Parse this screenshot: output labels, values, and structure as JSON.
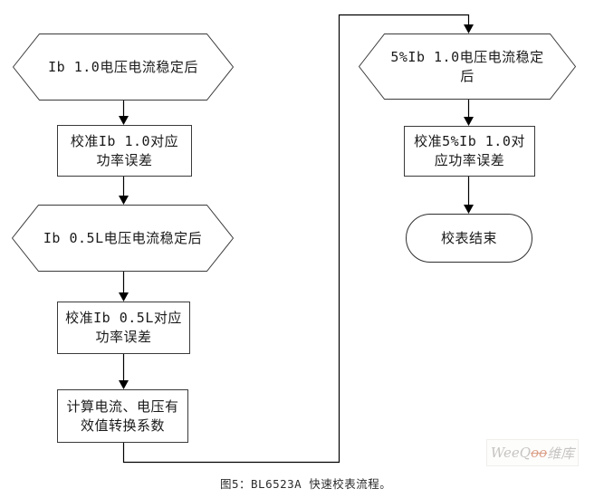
{
  "figure": {
    "caption": "图5：BL6523A 快速校表流程。"
  },
  "flowchart": {
    "nodes": {
      "start_ib10": {
        "type": "hexagon",
        "text": "Ib 1.0电压电流稳定后"
      },
      "calib_ib10": {
        "type": "process",
        "line1": "校准Ib 1.0对应",
        "line2": "功率误差"
      },
      "start_ib05l": {
        "type": "hexagon",
        "text": "Ib 0.5L电压电流稳定后"
      },
      "calib_ib05l": {
        "type": "process",
        "line1": "校准Ib 0.5L对应",
        "line2": "功率误差"
      },
      "compute_rms": {
        "type": "process",
        "line1": "计算电流、电压有",
        "line2": "效值转换系数"
      },
      "start_5pct_ib10": {
        "type": "hexagon",
        "line1": "5%Ib 1.0电压电流稳定",
        "line2": "后"
      },
      "calib_5pct_ib10": {
        "type": "process",
        "line1": "校准5%Ib 1.0对",
        "line2": "应功率误差"
      },
      "end_node": {
        "type": "terminator",
        "text": "校表结束"
      }
    }
  },
  "watermark": {
    "prefix": "WeeQ",
    "accent": "oo",
    "suffix": "维库"
  },
  "colors": {
    "shape_border": "#3a3a3a",
    "connector_line": "#000000",
    "watermark_text": "#c6c4c1",
    "watermark_accent": "#dca189"
  }
}
